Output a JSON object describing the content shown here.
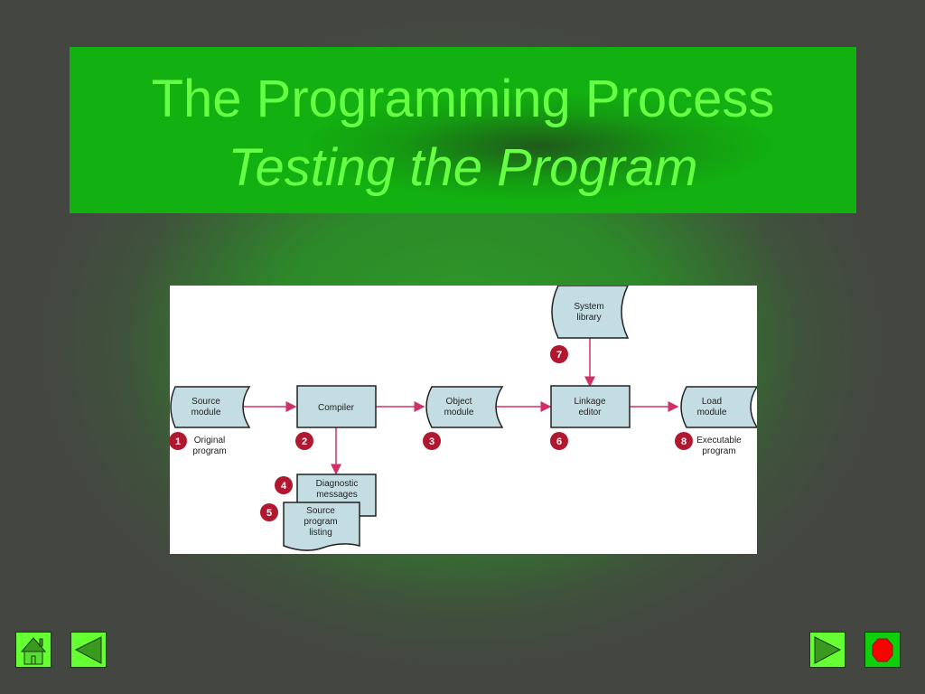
{
  "slide": {
    "title": "The Programming Process",
    "subtitle": "Testing the Program"
  },
  "diagram": {
    "nodes": {
      "source_module": [
        "Source",
        "module"
      ],
      "compiler": "Compiler",
      "object_module": [
        "Object",
        "module"
      ],
      "linkage_editor": [
        "Linkage",
        "editor"
      ],
      "load_module": [
        "Load",
        "module"
      ],
      "system_library": [
        "System",
        "library"
      ],
      "diagnostic": [
        "Diagnostic",
        "messages"
      ],
      "listing": [
        "Source",
        "program",
        "listing"
      ]
    },
    "captions": {
      "original": [
        "Original",
        "program"
      ],
      "executable": [
        "Executable",
        "program"
      ]
    },
    "badges": [
      "1",
      "2",
      "3",
      "4",
      "5",
      "6",
      "7",
      "8"
    ]
  },
  "nav": {
    "home": "home-icon",
    "prev": "previous-icon",
    "next": "next-icon",
    "stop": "stop-icon"
  },
  "colors": {
    "title_text": "#66ff44",
    "title_box": "#12b010",
    "arrow": "#d0306a",
    "badge": "#b01830",
    "node_fill": "#c4dde2"
  }
}
